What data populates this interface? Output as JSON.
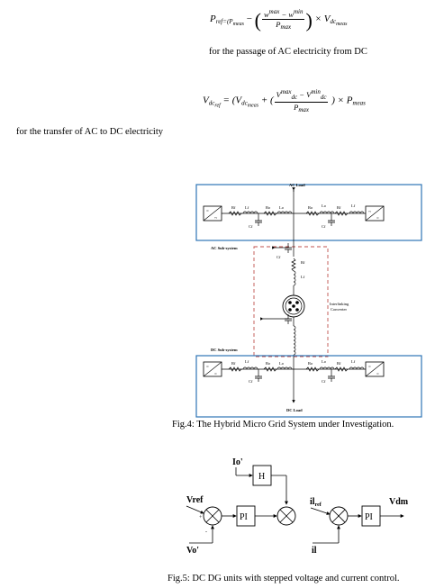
{
  "equations": {
    "eq1": {
      "lhs": "P",
      "lhs_sub": "ref=(P",
      "lhs_sub2": "meas",
      "num": "w",
      "num_sup1": "max",
      "num_mid": " − w",
      "num_sup2": "min",
      "den": "P",
      "den_sub": "max",
      "times": "× V",
      "v_sub": "dc",
      "v_sub2": "meas"
    },
    "eq2": {
      "lhs": "V",
      "lhs_sub": "dc",
      "lhs_sub2": "ref",
      "eq": "= (V",
      "v_sub": "dc",
      "v_sub2": "meas",
      "plus": "+ (",
      "num": "V",
      "num_sup1": "max",
      "num_sub1": "dc",
      "num_mid": " − V",
      "num_sup2": "min",
      "num_sub2": "dc",
      "den": "P",
      "den_sub": "max",
      "times": ") × P",
      "p_sub": "meas"
    }
  },
  "body_text": {
    "line1": "for the passage of AC electricity from DC",
    "line2": "for the transfer of AC to DC electricity"
  },
  "fig4": {
    "caption": "Fig.4: The Hybrid Micro Grid System under Investigation.",
    "labels": {
      "ac_load": "AC Load",
      "ac_subsystem": "AC Sub-system",
      "dc_subsystem": "DC Sub-system",
      "dc_load": "DC Load",
      "interlinking": "Interlinking",
      "converter": "Converter",
      "rf": "Rf",
      "lf": "Lf",
      "ro": "Ro",
      "lo": "Lo",
      "cf": "Cf"
    }
  },
  "fig5": {
    "caption": "Fig.5: DC DG units with stepped voltage and current control.",
    "labels": {
      "io_ref": "Io'",
      "h_block": "H",
      "vref": "Vref",
      "pi1": "PI",
      "plus1": "+",
      "minus1": "-",
      "vo_meas": "Vo'",
      "il_ref": "il",
      "il_ref_sub": "ref",
      "il": "il",
      "pi2": "PI",
      "vdm": "Vdm"
    }
  }
}
